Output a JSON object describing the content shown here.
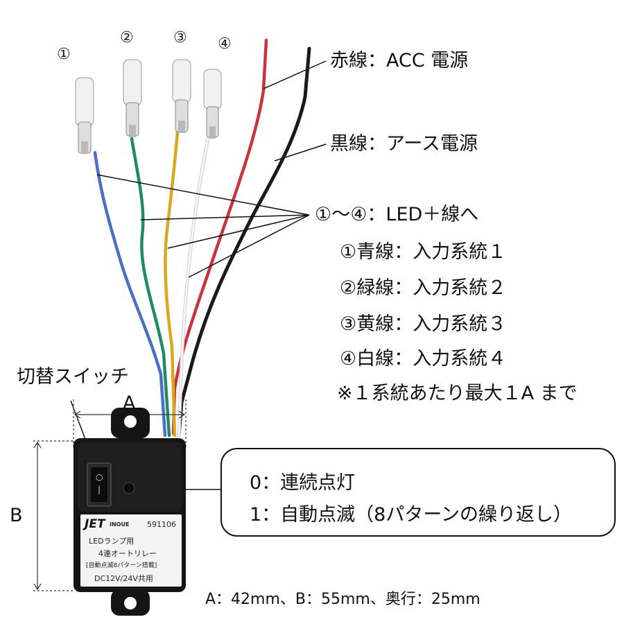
{
  "connectors": [
    "①",
    "②",
    "③",
    "④"
  ],
  "labels": {
    "red_wire": "赤線：ACC 電源",
    "black_wire": "黒線：アース電源",
    "led_plus": "①～④：LED＋線へ",
    "blue": "①青線：入力系統１",
    "green": "②緑線：入力系統２",
    "yellow": "③黄線：入力系統３",
    "white": "④白線：入力系統４",
    "note": "※１系統あたり最大１A まで",
    "switch": "切替スイッチ",
    "dim_a": "A",
    "dim_b": "B"
  },
  "callout": {
    "line1": "0：連続点灯",
    "line2": "1：自動点滅（8パターンの繰り返し）"
  },
  "dimensions": "A：42mm、B：55mm、奥行：25mm",
  "device_label": {
    "brand": "JET",
    "brand_sub": "INOUE",
    "part_no": "591106",
    "line1": "LEDランプ用",
    "line2": "4連オートリレー",
    "line3": "[自動点滅8パターン搭載]",
    "line4": "DC12V/24V共用"
  },
  "switch_marks": {
    "top": "○",
    "bottom": "|"
  },
  "colors": {
    "red_wire": "#c8343a",
    "black_wire": "#1a1a1a",
    "blue_wire": "#4a6fc4",
    "green_wire": "#1f8a6a",
    "yellow_wire": "#d9a81e",
    "white_wire": "#f4f4f4",
    "device": "#141414"
  },
  "icons": {
    "connector": "bullet-connector-icon",
    "switch": "rocker-switch-icon",
    "logo": "jet-inoue-logo"
  }
}
